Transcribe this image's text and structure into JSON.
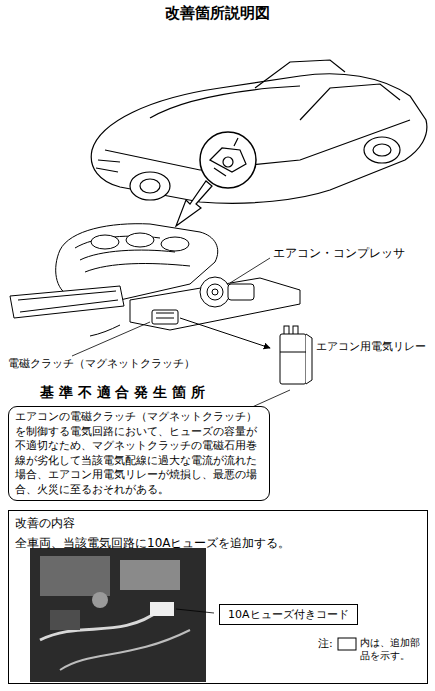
{
  "diagram": {
    "title": "改善箇所説明図",
    "nodes": [
      {
        "text": [
          "基 準 不 適 合 発 生 箇 所",
          "エアコンの電磁クラッチ（マグネットクラッチ）を制御する電気回路において、ヒューズの容量が不適切なため、マグネットクラッチの電磁石用巻線が劣化して当該電気配線に過大な電流が流れた場合、エアコン用電気リレーが焼損し、最悪の場合、火災に至るおそれがある。"
        ]
      },
      {
        "text": [
          "改善の内容",
          "全車両、当該電気回路に10Aヒューズを追加する。"
        ]
      },
      {
        "text": [
          "10Aヒューズ付きコード"
        ],
        "in": 1
      }
    ],
    "labels": [
      "エアコン・コンプレッサ",
      "エアコン用電気リレー",
      "電磁クラッチ（マグネットクラッチ）",
      "注:",
      "内は、追加部品を示す。"
    ]
  }
}
